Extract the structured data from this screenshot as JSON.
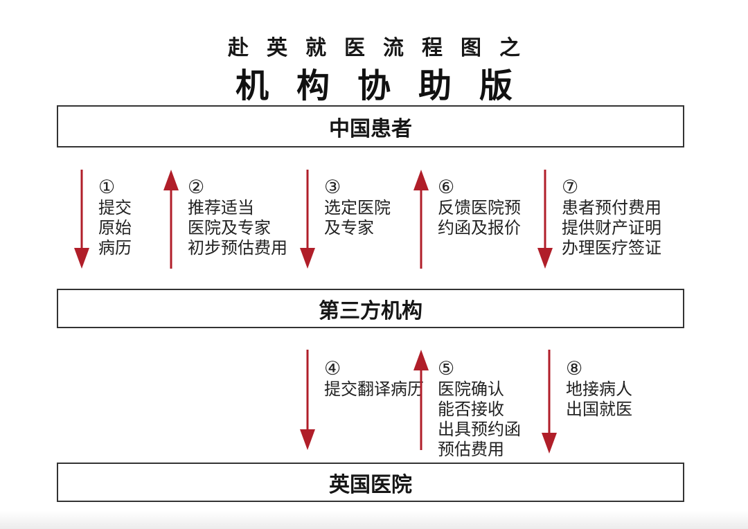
{
  "title": {
    "line1": "赴英就医流程图之",
    "line2": "机构协助版"
  },
  "nodes": [
    {
      "id": "china-patient",
      "label": "中国患者"
    },
    {
      "id": "third-party-agency",
      "label": "第三方机构"
    },
    {
      "id": "uk-hospital",
      "label": "英国医院"
    }
  ],
  "flows": [
    {
      "num": "①",
      "direction": "down",
      "from": "china-patient",
      "to": "third-party-agency",
      "lines": [
        "提交",
        "原始",
        "病历"
      ]
    },
    {
      "num": "②",
      "direction": "up",
      "from": "third-party-agency",
      "to": "china-patient",
      "lines": [
        "推荐适当",
        "医院及专家",
        "初步预估费用"
      ]
    },
    {
      "num": "③",
      "direction": "down",
      "from": "china-patient",
      "to": "third-party-agency",
      "lines": [
        "选定医院",
        "及专家"
      ]
    },
    {
      "num": "⑥",
      "direction": "up",
      "from": "third-party-agency",
      "to": "china-patient",
      "lines": [
        "反馈医院预",
        "约函及报价"
      ]
    },
    {
      "num": "⑦",
      "direction": "down",
      "from": "china-patient",
      "to": "third-party-agency",
      "lines": [
        "患者预付费用",
        "提供财产证明",
        "办理医疗签证"
      ]
    },
    {
      "num": "④",
      "direction": "down",
      "from": "third-party-agency",
      "to": "uk-hospital",
      "lines": [
        "提交翻译病历"
      ]
    },
    {
      "num": "⑤",
      "direction": "up",
      "from": "uk-hospital",
      "to": "third-party-agency",
      "lines": [
        "医院确认",
        "能否接收",
        "出具预约函",
        "预估费用"
      ]
    },
    {
      "num": "⑧",
      "direction": "down",
      "from": "third-party-agency",
      "to": "uk-hospital",
      "lines": [
        "地接病人",
        "出国就医"
      ]
    }
  ],
  "colors": {
    "red": "#b01e29",
    "border": "#333333",
    "text": "#1f1f1f",
    "bg": "#ffffff"
  }
}
